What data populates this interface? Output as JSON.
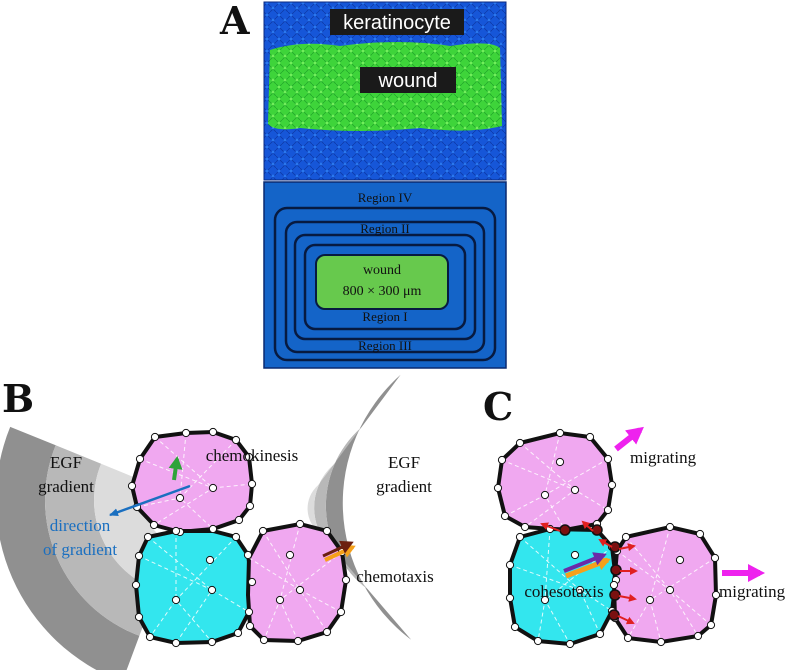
{
  "panelA": {
    "letter": "A",
    "keratinocyte_label": "keratinocyte",
    "wound_label": "wound",
    "regions": {
      "region4": "Region IV",
      "region2": "Region II",
      "region1": "Region I",
      "region3": "Region III"
    },
    "center_wound": {
      "line1": "wound",
      "line2": "800 × 300 μm"
    },
    "colors": {
      "skin": "#1555d6",
      "wound": "#3bd83a",
      "region_fill": "#1464c8",
      "wound_box": "#67c94d"
    }
  },
  "panelB": {
    "letter": "B",
    "left_gradient_line1": "EGF",
    "left_gradient_line2": "gradient",
    "right_gradient_line1": "EGF",
    "right_gradient_line2": "gradient",
    "direction_line1": "direction",
    "direction_line2": "of gradient",
    "chemokinesis": "chemokinesis",
    "chemotaxis": "chemotaxis",
    "colors": {
      "pink": "#f0a8f0",
      "cyan": "#33e6ee",
      "direction": "#1a6fc0",
      "green_arrow": "#2fa33a"
    }
  },
  "panelC": {
    "letter": "C",
    "migrating_top": "migrating",
    "migrating_right": "migrating",
    "cohesotaxis": "cohesotaxis",
    "colors": {
      "migrating_arrow": "#ee22ee",
      "contact_arrow": "#e02020"
    }
  }
}
